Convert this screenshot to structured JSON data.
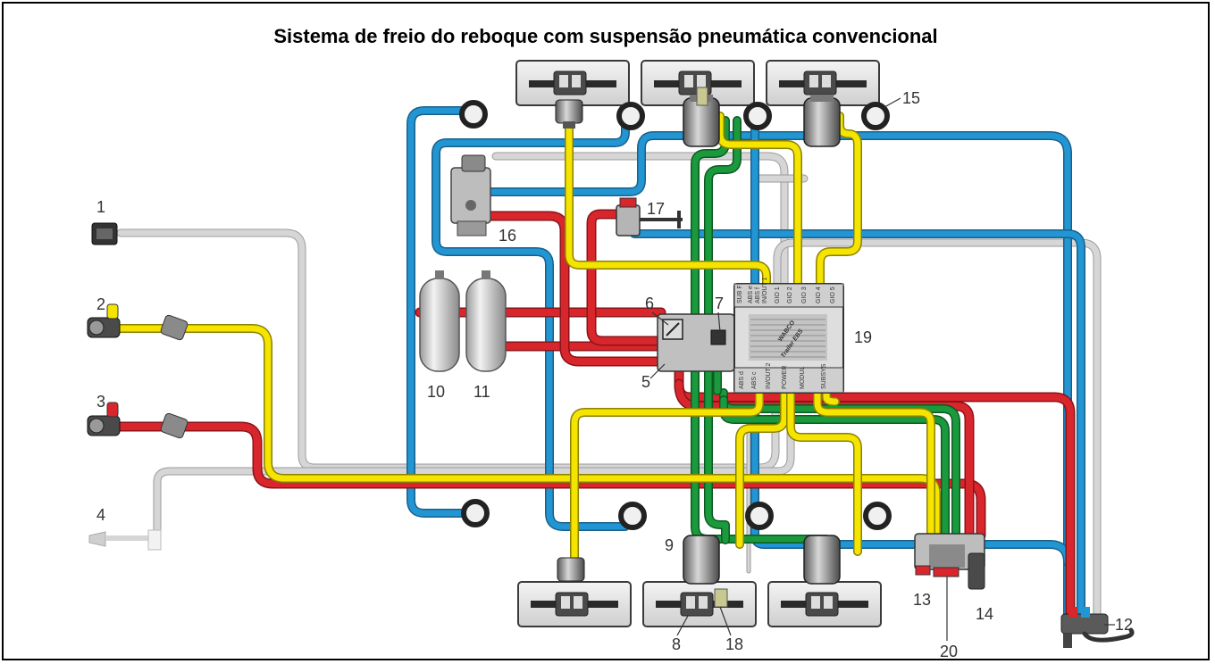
{
  "title": "Sistema de freio do reboque com suspensão pneumática convencional",
  "callouts": [
    "1",
    "2",
    "3",
    "4",
    "5",
    "6",
    "7",
    "8",
    "9",
    "10",
    "11",
    "12",
    "13",
    "14",
    "15",
    "16",
    "17",
    "18",
    "19",
    "20"
  ],
  "ecu": {
    "brand": "WABCO",
    "name": "Trailer EBS",
    "ports_top": [
      "SUB F",
      "ABS e",
      "ABS f",
      "IN/OUT 1",
      "GIO 1",
      "GIO 2",
      "GIO 3",
      "GIO 4",
      "GIO 5"
    ],
    "ports_bottom": [
      "ABS d",
      "ABS c",
      "IN/OUT 2",
      "POWER",
      "MODUL",
      "SUBSYS"
    ]
  },
  "colors": {
    "blue": "#2196d3",
    "yellow": "#f4e400",
    "red": "#d8262c",
    "green": "#1a9a3c",
    "gray": "#d4d4d4",
    "outline": "#3a3a3a"
  }
}
